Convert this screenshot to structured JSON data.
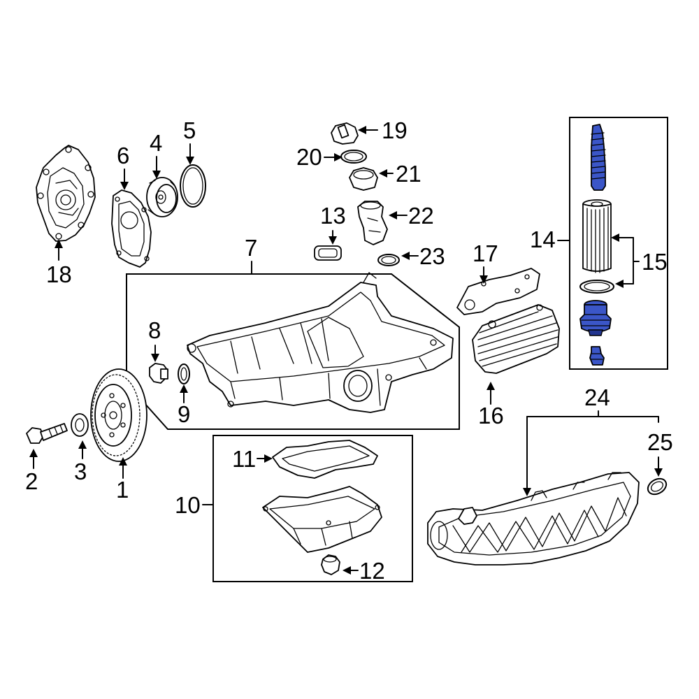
{
  "colors": {
    "highlight": "#3b56c8",
    "highlight_dark": "#22358f",
    "line": "#000000",
    "background": "#ffffff"
  },
  "callouts": {
    "c1": "1",
    "c2": "2",
    "c3": "3",
    "c4": "4",
    "c5": "5",
    "c6": "6",
    "c7": "7",
    "c8": "8",
    "c9": "9",
    "c10": "10",
    "c11": "11",
    "c12": "12",
    "c13": "13",
    "c14": "14",
    "c15": "15",
    "c16": "16",
    "c17": "17",
    "c18": "18",
    "c19": "19",
    "c20": "20",
    "c21": "21",
    "c22": "22",
    "c23": "23",
    "c24": "24",
    "c25": "25"
  }
}
